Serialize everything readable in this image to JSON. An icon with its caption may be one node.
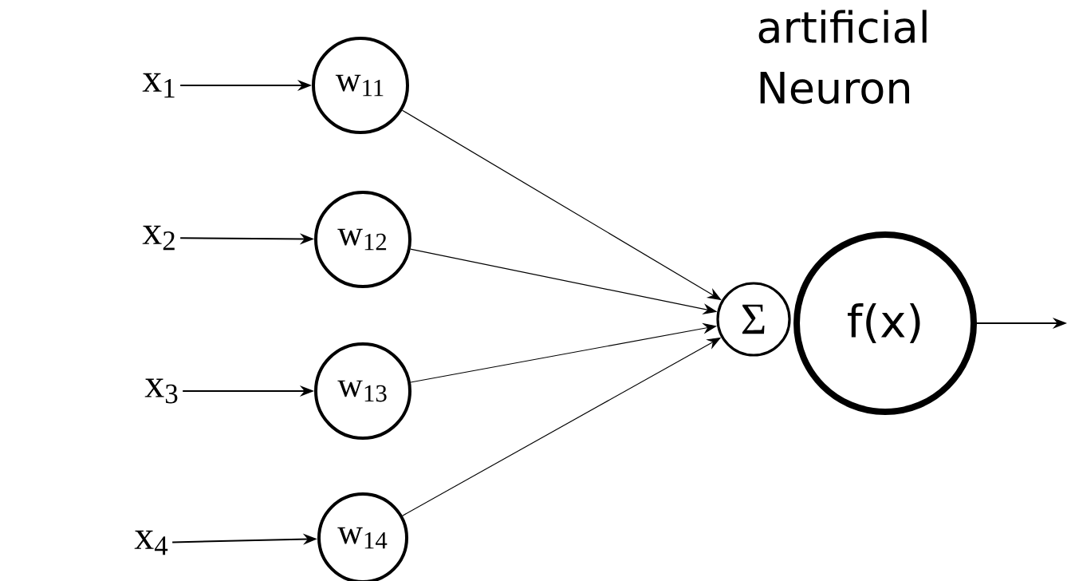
{
  "diagram": {
    "title": "artificial Neuron",
    "nodes": [
      {
        "text": [
          "x$_{1}$"
        ]
      },
      {
        "text": [
          "x$_{2}$"
        ]
      },
      {
        "text": [
          "x$_{3}$"
        ]
      },
      {
        "text": [
          "x$_{4}$"
        ]
      },
      {
        "text": [
          "w$_{11}$"
        ]
      },
      {
        "text": [
          "w$_{12}$"
        ]
      },
      {
        "text": [
          "w$_{13}$"
        ]
      },
      {
        "text": [
          "w$_{14}$"
        ]
      },
      {
        "text": [
          "Σ"
        ]
      },
      {
        "text": [
          "f(x)"
        ]
      }
    ],
    "edges": [
      {
        "from": 0,
        "to": 4,
        "arrow": "to"
      },
      {
        "from": 1,
        "to": 5,
        "arrow": "to"
      },
      {
        "from": 2,
        "to": 6,
        "arrow": "to"
      },
      {
        "from": 3,
        "to": 7,
        "arrow": "to"
      },
      {
        "from": 4,
        "to": 8,
        "arrow": "to"
      },
      {
        "from": 5,
        "to": 8,
        "arrow": "to"
      },
      {
        "from": 6,
        "to": 8,
        "arrow": "to"
      },
      {
        "from": 7,
        "to": 8,
        "arrow": "to"
      },
      {
        "from": 9,
        "to": null,
        "arrow": "to"
      }
    ]
  }
}
